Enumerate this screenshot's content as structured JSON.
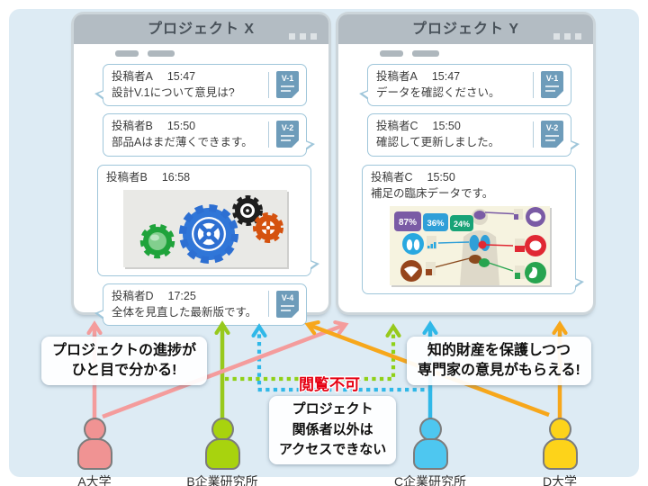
{
  "colors": {
    "background": "#ddebf4",
    "window_header": "#b3bcc3",
    "bubble_border": "#9fc6da",
    "attachment_icon": "#6e9cba",
    "arrow_pink": "#f49c9c",
    "arrow_green": "#97c91d",
    "arrow_cyan": "#30b8e8",
    "arrow_orange": "#f7a71b",
    "alert_red": "#e60012",
    "actor_a": "#f09393",
    "actor_b": "#a8d30e",
    "actor_c": "#4ec7f0",
    "actor_d": "#fdd31a"
  },
  "windows": [
    {
      "title": "プロジェクト X",
      "messages": [
        {
          "author": "投稿者A",
          "time": "15:47",
          "text": "設計V.1について意見は?",
          "attachment": "V-1",
          "tail": "left"
        },
        {
          "author": "投稿者B",
          "time": "15:50",
          "text": "部品Aはまだ薄くできます。",
          "attachment": "V-2",
          "tail": "right"
        },
        {
          "author": "投稿者B",
          "time": "16:58",
          "image": "gears-illustration",
          "tail": "right"
        },
        {
          "author": "投稿者D",
          "time": "17:25",
          "text": "全体を見直した最新版です。",
          "attachment": "V-4",
          "tail": "left"
        }
      ]
    },
    {
      "title": "プロジェクト Y",
      "messages": [
        {
          "author": "投稿者A",
          "time": "15:47",
          "text": "データを確認ください。",
          "attachment": "V-1",
          "tail": "left"
        },
        {
          "author": "投稿者C",
          "time": "15:50",
          "text": "確認して更新しました。",
          "attachment": "V-2",
          "tail": "right"
        },
        {
          "author": "投稿者C",
          "time": "15:50",
          "text": "補足の臨床データです。",
          "image": "clinical-data-infographic",
          "tail": "right",
          "stats": [
            "87%",
            "36%",
            "24%"
          ]
        }
      ]
    }
  ],
  "callouts": {
    "progress": {
      "line1": "プロジェクトの進捗が",
      "line2": "ひと目で分かる!"
    },
    "ip": {
      "line1": "知的財産を保護しつつ",
      "line2": "専門家の意見がもらえる!"
    },
    "no_view": "閲覧不可",
    "restrict": {
      "line1": "プロジェクト",
      "line2": "関係者以外は",
      "line3": "アクセスできない"
    }
  },
  "actors": [
    {
      "label": "A大学"
    },
    {
      "label": "B企業研究所"
    },
    {
      "label": "C企業研究所"
    },
    {
      "label": "D大学"
    }
  ]
}
